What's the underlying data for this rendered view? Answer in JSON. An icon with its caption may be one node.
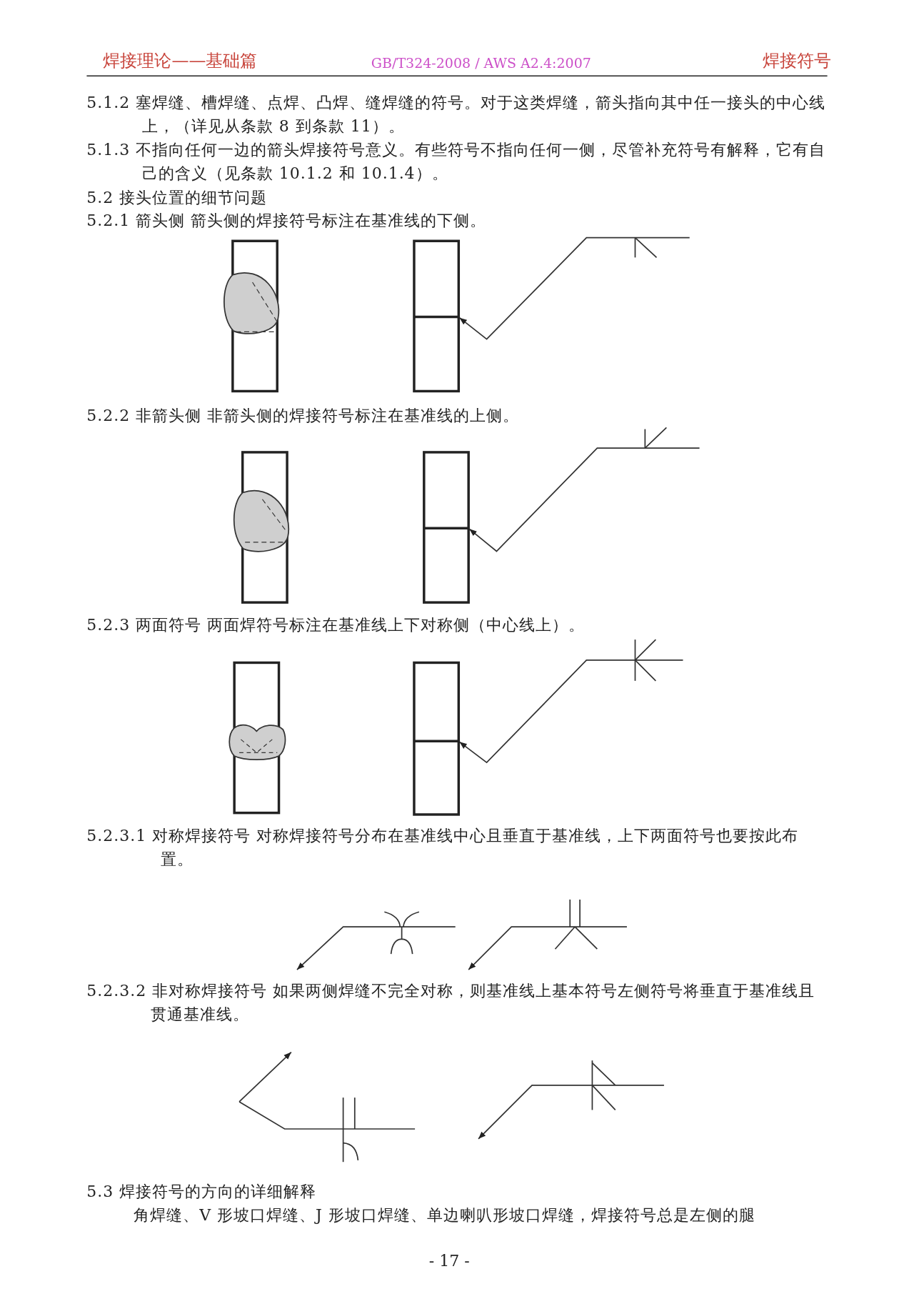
{
  "diagram": {
    "labels": [
      "焊接理论——基础篇",
      "GB/T324-2008 / AWS A2.4:2007",
      "焊接符号",
      "5.1.2 塞焊缝、槽焊缝、点焊、凸焊、缝焊缝的符号。对于这类焊缝，箭头指向其中任一接头的中心线上，（详见从条款 8 到条款 11）。",
      "5.1.3 不指向任何一边的箭头焊接符号意义。有些符号不指向任何一侧，尽管补充符号有解释，它有自己的含义（见条款 10.1.2 和 10.1.4）。",
      "5.2 接头位置的细节问题",
      "5.2.1 箭头侧 箭头侧的焊接符号标注在基准线的下侧。",
      "5.2.2 非箭头侧 非箭头侧的焊接符号标注在基准线的上侧。",
      "5.2.3 两面符号 两面焊符号标注在基准线上下对称侧（中心线上）。",
      "5.2.3.1 对称焊接符号 对称焊接符号分布在基准线中心且垂直于基准线，上下两面符号也要按此布置。",
      "5.2.3.2 非对称焊接符号 如果两侧焊缝不完全对称，则基准线上基本符号左侧符号将垂直于基准线且贯通基准线。",
      "5.3 焊接符号的方向的详细解释",
      "角焊缝、V 形坡口焊缝、J 形坡口焊缝、单边喇叭形坡口焊缝，焊接符号总是左侧的腿",
      "- 17 -"
    ]
  }
}
